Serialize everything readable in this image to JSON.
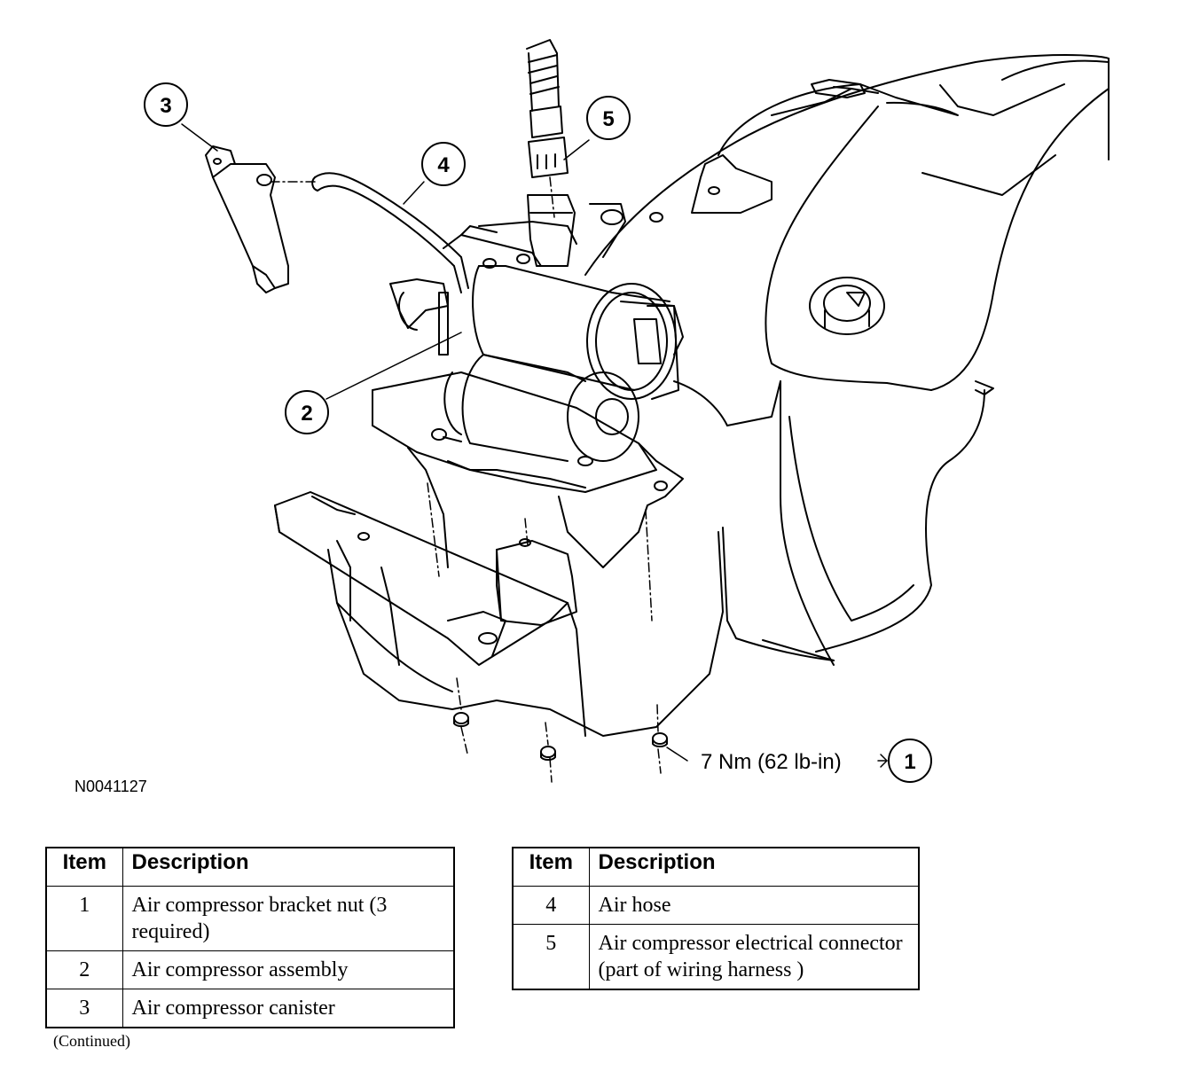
{
  "figure_id": "N0041127",
  "torque_label": "7 Nm (62 lb-in)",
  "callouts": [
    "1",
    "2",
    "3",
    "4",
    "5"
  ],
  "tables": {
    "header_item": "Item",
    "header_description": "Description",
    "left_rows": [
      {
        "item": "1",
        "description": "Air compressor bracket nut (3 required)"
      },
      {
        "item": "2",
        "description": "Air compressor assembly"
      },
      {
        "item": "3",
        "description": "Air compressor canister"
      }
    ],
    "right_rows": [
      {
        "item": "4",
        "description": "Air hose"
      },
      {
        "item": "5",
        "description": "Air compressor electrical connector (part of wiring harness )"
      }
    ]
  },
  "continued_note": "(Continued)"
}
